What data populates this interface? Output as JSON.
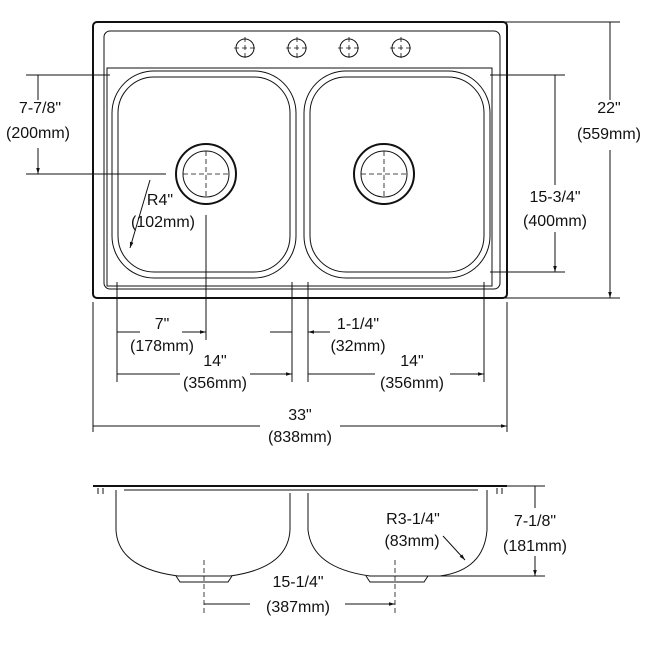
{
  "top_view": {
    "bowl_depth_from_edge": {
      "in": "7-7/8\"",
      "mm": "(200mm)"
    },
    "overall_depth": {
      "in": "22\"",
      "mm": "(559mm)"
    },
    "bowl_front_to_back": {
      "in": "15-3/4\"",
      "mm": "(400mm)"
    },
    "corner_radius": {
      "in": "R4\"",
      "mm": "(102mm)"
    },
    "drain_offset": {
      "in": "7\"",
      "mm": "(178mm)"
    },
    "left_bowl_width": {
      "in": "14\"",
      "mm": "(356mm)"
    },
    "divider_width": {
      "in": "1-1/4\"",
      "mm": "(32mm)"
    },
    "right_bowl_width": {
      "in": "14\"",
      "mm": "(356mm)"
    },
    "overall_width": {
      "in": "33\"",
      "mm": "(838mm)"
    }
  },
  "side_view": {
    "bottom_radius": {
      "in": "R3-1/4\"",
      "mm": "(83mm)"
    },
    "bowl_depth": {
      "in": "7-1/8\"",
      "mm": "(181mm)"
    },
    "drain_spacing": {
      "in": "15-1/4\"",
      "mm": "(387mm)"
    }
  }
}
